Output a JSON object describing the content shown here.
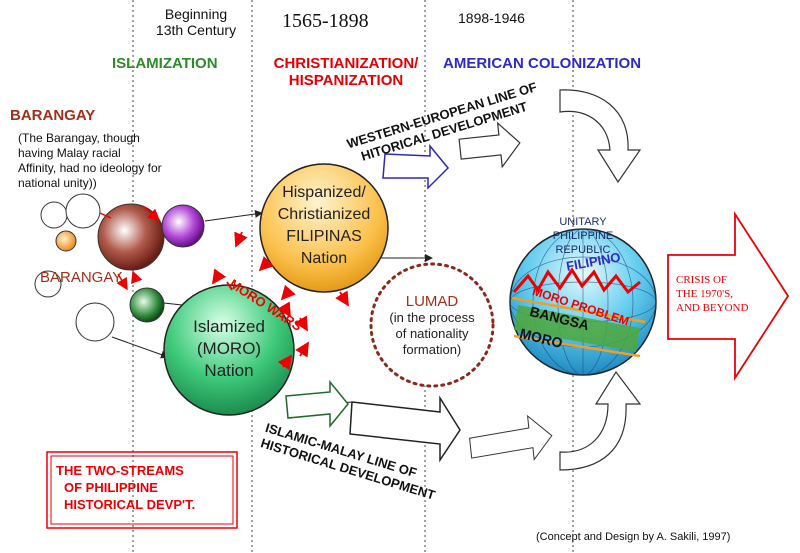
{
  "periods": {
    "p1_line1": "Beginning",
    "p1_line2": "13th Century",
    "p2": "1565-1898",
    "p3": "1898-1946"
  },
  "eras": {
    "islamization": "ISLAMIZATION",
    "christianization_1": "CHRISTIANIZATION/",
    "christianization_2": "HISPANIZATION",
    "american": "AMERICAN COLONIZATION"
  },
  "barangay": {
    "title": "BARANGAY",
    "note_1": "(The Barangay, though",
    "note_2": "having  Malay racial",
    "note_3": "Affinity, had no ideology for",
    "note_4": "national unity))",
    "label2": "BARANGAY"
  },
  "hispanized": {
    "l1": "Hispanized/",
    "l2": "Christianized",
    "l3": "FILIPINAS",
    "l4": "Nation"
  },
  "moro_nation": {
    "l1": "Islamized",
    "l2": "(MORO)",
    "l3": "Nation"
  },
  "moro_wars": "MORO WARS",
  "lumad": {
    "l1": "LUMAD",
    "l2": "(in the process",
    "l3": "of nationality",
    "l4": "formation)"
  },
  "western_line": {
    "l1": "WESTERN-EUROPEAN LINE OF",
    "l2": "HITORICAL DEVELOPMENT"
  },
  "islamic_line": {
    "l1": "ISLAMIC-MALAY LINE OF",
    "l2": "HISTORICAL DEVELOPMENT"
  },
  "republic": {
    "l1": "UNITARY",
    "l2": "PHILIPPINE",
    "l3": "REPUBLIC",
    "filipino": "FILIPINO",
    "moro_problem": "MORO PROBLEM",
    "bangsa": "BANGSA",
    "moro": "MORO"
  },
  "crisis": {
    "l1": "CRISIS OF",
    "l2": "THE 1970'S,",
    "l3": "AND BEYOND"
  },
  "two_streams": {
    "l1": "THE TWO-STREAMS",
    "l2": "OF PHILIPPINE",
    "l3": "HISTORICAL DEVP'T."
  },
  "credit": "(Concept and Design  by A. Sakili, 1997)"
}
